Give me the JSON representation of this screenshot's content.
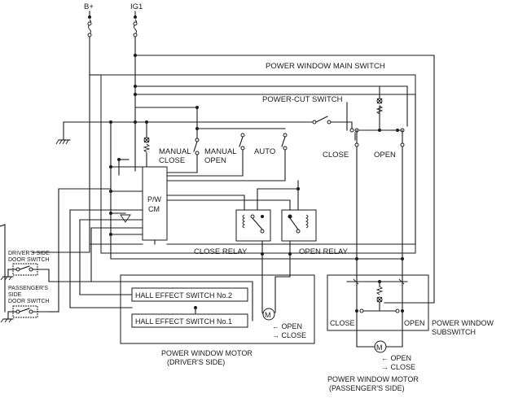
{
  "terminals": {
    "b_plus": "B+",
    "ig1": "IG1"
  },
  "labels": {
    "main_switch": "POWER WINDOW MAIN SWITCH",
    "power_cut": "POWER-CUT SWITCH",
    "manual_close_1": "MANUAL",
    "manual_close_2": "CLOSE",
    "manual_open_1": "MANUAL",
    "manual_open_2": "OPEN",
    "auto": "AUTO",
    "close_main": "CLOSE",
    "open_main": "OPEN",
    "pw_cm_1": "P/W",
    "pw_cm_2": "CM",
    "close_relay": "CLOSE RELAY",
    "open_relay": "OPEN RELAY",
    "drivers_door_1": "DRIVER'S SIDE",
    "drivers_door_2": "DOOR SWITCH",
    "pass_door_1": "PASSENGER'S",
    "pass_door_2": "SIDE",
    "pass_door_3": "DOOR SWITCH",
    "hall2": "HALL EFFECT SWITCH No.2",
    "hall1": "HALL EFFECT SWITCH No.1",
    "driver_open": "← OPEN",
    "driver_close": "→ CLOSE",
    "motor_driver_1": "POWER WINDOW MOTOR",
    "motor_driver_2": "(DRIVER'S SIDE)",
    "sub_close": "CLOSE",
    "sub_open": "OPEN",
    "subswitch_1": "POWER WINDOW",
    "subswitch_2": "SUBSWITCH",
    "pass_open": "← OPEN",
    "pass_close": "→ CLOSE",
    "motor_pass_1": "POWER WINDOW MOTOR",
    "motor_pass_2": "(PASSENGER'S SIDE)",
    "motor_symbol": "M"
  }
}
